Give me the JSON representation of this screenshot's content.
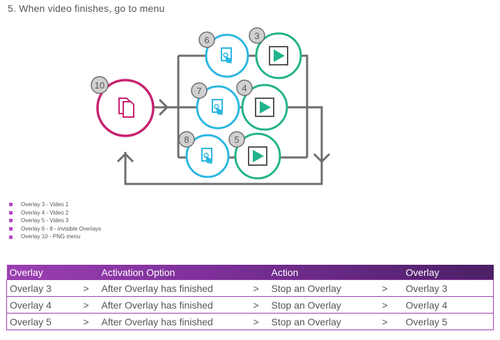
{
  "heading": "5. When video finishes, go to menu",
  "diagram": {
    "colors": {
      "menu": "#c8216f",
      "touch": "#2bb7e0",
      "video": "#22b38a",
      "line": "#6d6d6d",
      "badge_fill": "#d0d0d0"
    },
    "badges": {
      "menu": "10",
      "touch_top": "6",
      "touch_mid": "7",
      "touch_bot": "8",
      "video_top": "3",
      "video_mid": "4",
      "video_bot": "5"
    },
    "icons": {
      "menu": "pages-icon",
      "touch": "tap-gesture-icon",
      "video": "play-icon"
    }
  },
  "legend": [
    "Overlay 3 - Video 1",
    "Overlay 4 - Video 2",
    "Overlay 5 - Video 3",
    "Overlay 6 - 8 - invisible Overlays",
    "Overlay 10 - PNG menu"
  ],
  "legend_color": "#b04bc0",
  "table": {
    "headers": [
      "Overlay",
      "",
      "Activation Option",
      "",
      "Action",
      "",
      "Overlay"
    ],
    "rows": [
      [
        "Overlay 3",
        ">",
        "After Overlay has finished",
        ">",
        "Stop an Overlay",
        ">",
        "Overlay 3"
      ],
      [
        "Overlay 4",
        ">",
        "After Overlay has finished",
        ">",
        "Stop an Overlay",
        ">",
        "Overlay 4"
      ],
      [
        "Overlay 5",
        ">",
        "After Overlay has finished",
        ">",
        "Stop an Overlay",
        ">",
        "Overlay 5"
      ]
    ]
  }
}
